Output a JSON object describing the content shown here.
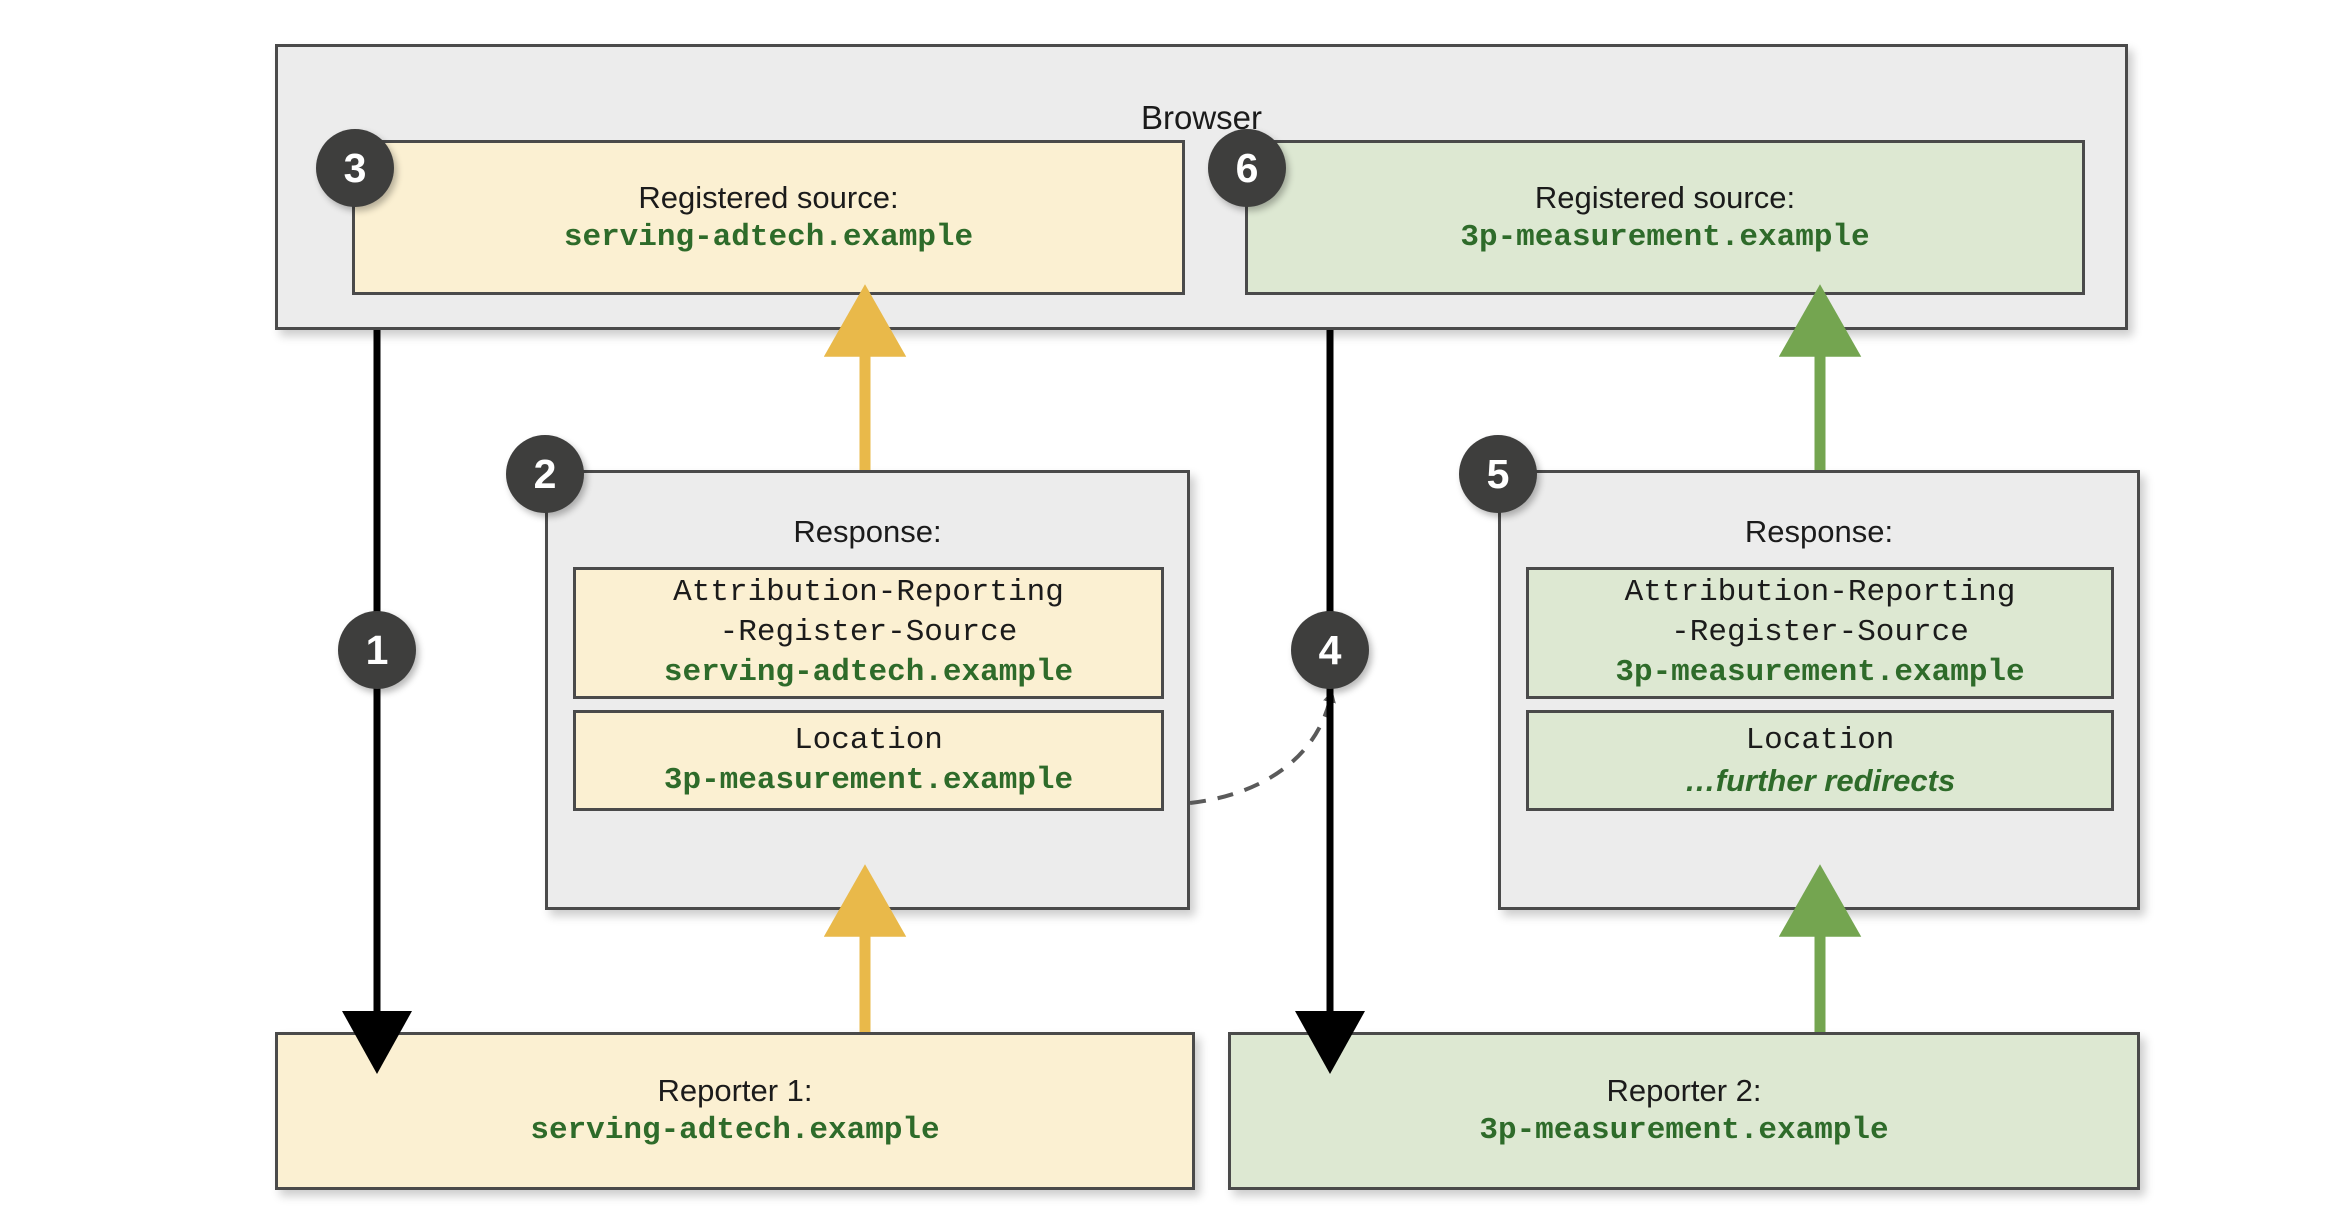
{
  "diagram": {
    "title": "Browser",
    "type": "sequence-flow",
    "colors": {
      "browser_fill": "#ECECEC",
      "reporter1_fill": "#FBF0D2",
      "reporter2_fill": "#DDE8D2",
      "border": "#4a4a4a",
      "badge_fill": "#3e3e3d",
      "mono_text": "#2e6b2a",
      "arrow_black": "#000000",
      "arrow_gold": "#E9B94A",
      "arrow_green": "#74A550",
      "arrow_dashed": "#5a5a5a"
    }
  },
  "browser": {
    "title": "Browser",
    "registered_sources": [
      {
        "step": "3",
        "heading": "Registered source:",
        "value": "serving-adtech.example",
        "theme": "yellow"
      },
      {
        "step": "6",
        "heading": "Registered source:",
        "value": "3p-measurement.example",
        "theme": "green"
      }
    ]
  },
  "responses": [
    {
      "step": "2",
      "heading": "Response:",
      "theme": "yellow",
      "headers": [
        {
          "name_line1": "Attribution-Reporting",
          "name_line2": "-Register-Source",
          "value": "serving-adtech.example",
          "value_style": "mono"
        },
        {
          "name_line1": "Location",
          "name_line2": "",
          "value": "3p-measurement.example",
          "value_style": "mono"
        }
      ]
    },
    {
      "step": "5",
      "heading": "Response:",
      "theme": "green",
      "headers": [
        {
          "name_line1": "Attribution-Reporting",
          "name_line2": "-Register-Source",
          "value": "3p-measurement.example",
          "value_style": "mono"
        },
        {
          "name_line1": "Location",
          "name_line2": "",
          "value": "…further redirects",
          "value_style": "italic"
        }
      ]
    }
  ],
  "reporters": [
    {
      "heading": "Reporter 1:",
      "value": "serving-adtech.example",
      "theme": "yellow"
    },
    {
      "heading": "Reporter 2:",
      "value": "3p-measurement.example",
      "theme": "green"
    }
  ],
  "steps": [
    {
      "number": "1",
      "description": "request from browser to Reporter 1"
    },
    {
      "number": "2",
      "description": "response from Reporter 1"
    },
    {
      "number": "3",
      "description": "source registered for serving-adtech.example"
    },
    {
      "number": "4",
      "description": "redirect request to Reporter 2"
    },
    {
      "number": "5",
      "description": "response from Reporter 2"
    },
    {
      "number": "6",
      "description": "source registered for 3p-measurement.example"
    }
  ]
}
